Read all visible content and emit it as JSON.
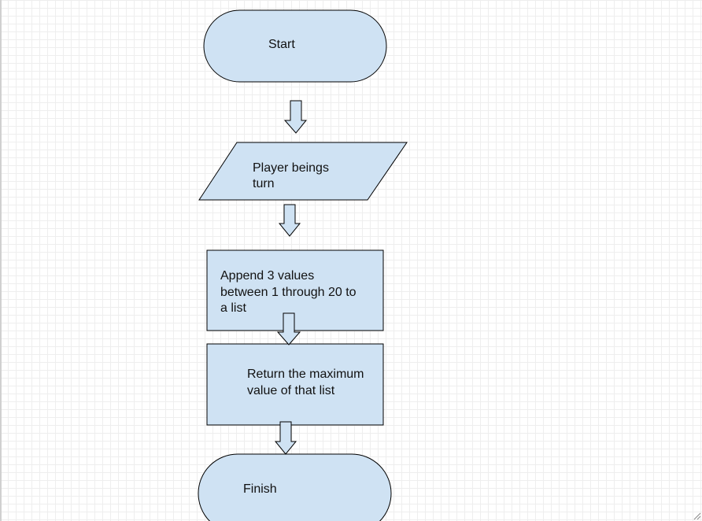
{
  "flowchart": {
    "colors": {
      "fill": "#cfe2f3",
      "stroke": "#000000"
    },
    "nodes": [
      {
        "id": "start",
        "shape": "terminator",
        "label": "Start"
      },
      {
        "id": "input",
        "shape": "parallelogram",
        "label_lines": [
          "Player beings",
          "turn"
        ]
      },
      {
        "id": "append",
        "shape": "process",
        "label_lines": [
          "Append 3 values",
          "between 1 through 20 to",
          "a list"
        ]
      },
      {
        "id": "return",
        "shape": "process",
        "label_lines": [
          "Return the maximum",
          "value of that list"
        ]
      },
      {
        "id": "finish",
        "shape": "terminator",
        "label": "Finish"
      }
    ],
    "edges": [
      {
        "from": "start",
        "to": "input"
      },
      {
        "from": "input",
        "to": "append"
      },
      {
        "from": "append",
        "to": "return"
      },
      {
        "from": "return",
        "to": "finish"
      }
    ]
  }
}
